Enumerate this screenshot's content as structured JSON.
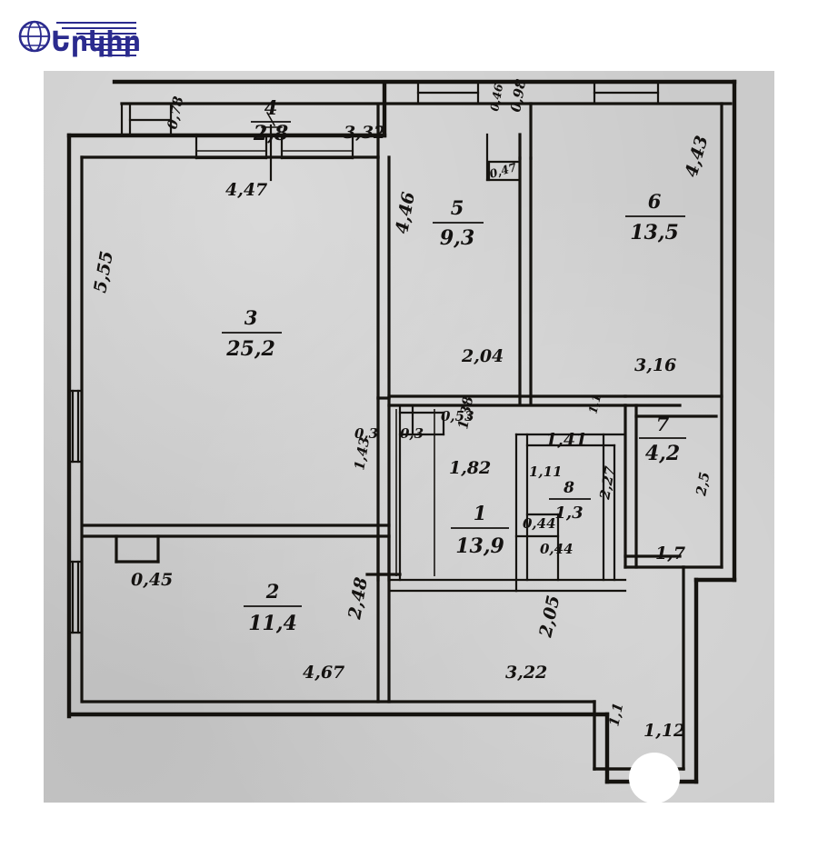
{
  "document": {
    "type": "floor-plan-scan",
    "brand_logo_text": "Երկիր",
    "paper_color": "#cbcbcb",
    "ink_color": "#141210",
    "logo_color": "#2b2b8e"
  },
  "rooms": [
    {
      "id": "room-1",
      "number": "1",
      "area": "13,9"
    },
    {
      "id": "room-2",
      "number": "2",
      "area": "11,4"
    },
    {
      "id": "room-3",
      "number": "3",
      "area": "25,2"
    },
    {
      "id": "room-4",
      "number": "4",
      "area": "2,8"
    },
    {
      "id": "room-5",
      "number": "5",
      "area": "9,3"
    },
    {
      "id": "room-6",
      "number": "6",
      "area": "13,5"
    },
    {
      "id": "room-7",
      "number": "7",
      "area": "4,2"
    },
    {
      "id": "room-8",
      "number": "8",
      "area": "1,3"
    }
  ],
  "dimensions": {
    "d_078": "0,78",
    "d_332": "3,32",
    "d_447": "4,47",
    "d_446": "4,46",
    "d_204": "2,04",
    "d_046": "0,46",
    "d_098": "0,98",
    "d_047": "0,47",
    "d_443": "4,43",
    "d_316": "3,16",
    "d_555": "5,55",
    "d_053": "0,53",
    "d_03a": "0,3",
    "d_03b": "0,3",
    "d_138": "1,38",
    "d_143": "1,43",
    "d_182": "1,82",
    "d_141": "1,41",
    "d_111": "1,11",
    "d_11a": "1,1",
    "d_044a": "0,44",
    "d_044b": "0,44",
    "d_227": "2,27",
    "d_25": "2,5",
    "d_17": "1,7",
    "d_045": "0,45",
    "d_248": "2,48",
    "d_467": "4,67",
    "d_322": "3,22",
    "d_205": "2,05",
    "d_11b": "1,1",
    "d_112": "1,12"
  }
}
